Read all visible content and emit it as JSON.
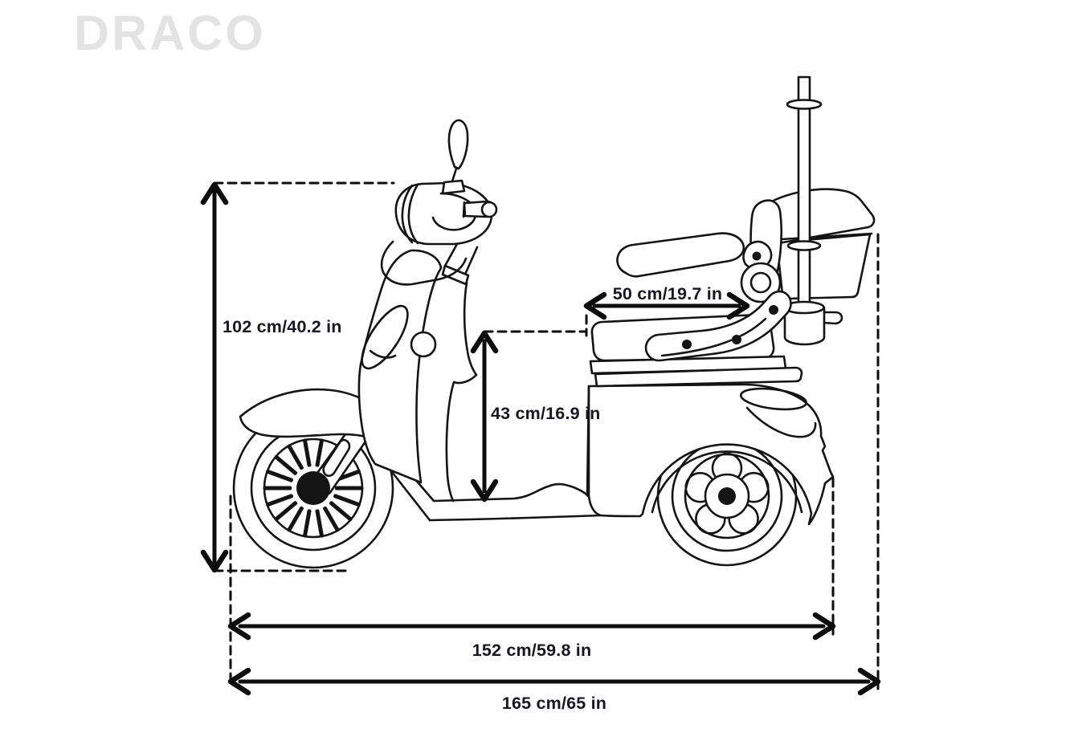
{
  "page": {
    "background": "#ffffff"
  },
  "brand": {
    "name": "DRACO",
    "color": "#e3e3e3"
  },
  "diagram": {
    "subject": "Three-wheel mobility scooter side view with dimension callouts",
    "line_color": "#141414",
    "label_color": "#17171f",
    "dimensions": {
      "overall_height": {
        "label": "102 cm/40.2 in",
        "orientation": "vertical"
      },
      "seat_width": {
        "label": "50 cm/19.7 in",
        "orientation": "horizontal"
      },
      "seat_height": {
        "label": "43 cm/16.9 in",
        "orientation": "vertical"
      },
      "wheelbase": {
        "label": "152 cm/59.8 in",
        "orientation": "horizontal"
      },
      "overall_length": {
        "label": "165 cm/65 in",
        "orientation": "horizontal"
      }
    }
  }
}
